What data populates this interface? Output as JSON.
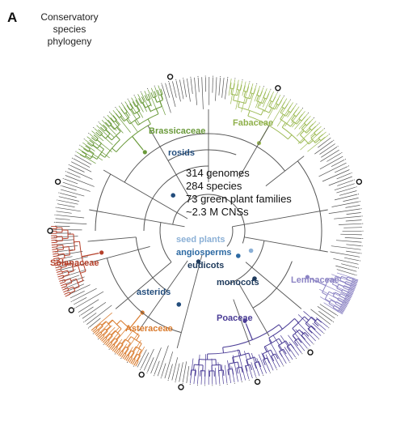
{
  "panel_letter": "A",
  "title_lines": [
    "Conservatory species",
    "phylogeny"
  ],
  "stats": [
    "314 genomes",
    "284 species",
    "73 green plant families",
    "~2.3 M CNSs"
  ],
  "clades": [
    {
      "key": "brassicaceae",
      "label": "Brassicaceae",
      "color": "#6a9a3a"
    },
    {
      "key": "fabaceae",
      "label": "Fabaceae",
      "color": "#8fb04a"
    },
    {
      "key": "rosids",
      "label": "rosids",
      "color": "#234d7c"
    },
    {
      "key": "seed_plants",
      "label": "seed plants",
      "color": "#8bb0d6"
    },
    {
      "key": "angiosperms",
      "label": "angiosperms",
      "color": "#2d6aa3"
    },
    {
      "key": "eudicots",
      "label": "eudicots",
      "color": "#1e3a5c"
    },
    {
      "key": "monocots",
      "label": "monocots",
      "color": "#1e3a5c"
    },
    {
      "key": "lemnaceae",
      "label": "Lemnaceae",
      "color": "#8c84c4"
    },
    {
      "key": "solanaceae",
      "label": "Solanaceae",
      "color": "#b5402a"
    },
    {
      "key": "asterids",
      "label": "asterids",
      "color": "#234d7c"
    },
    {
      "key": "asteraceae",
      "label": "Asteraceae",
      "color": "#d97a2c"
    },
    {
      "key": "poaceae",
      "label": "Poaceae",
      "color": "#4a3c96"
    }
  ],
  "colors": {
    "tree_default": "#555555",
    "brassicaceae": "#6a9a3a",
    "fabaceae": "#9dbb55",
    "solanaceae": "#b5402a",
    "asteraceae": "#d97a2c",
    "poaceae": "#4a3c96",
    "lemnaceae": "#8c84c4",
    "node_marker": "#111111"
  }
}
